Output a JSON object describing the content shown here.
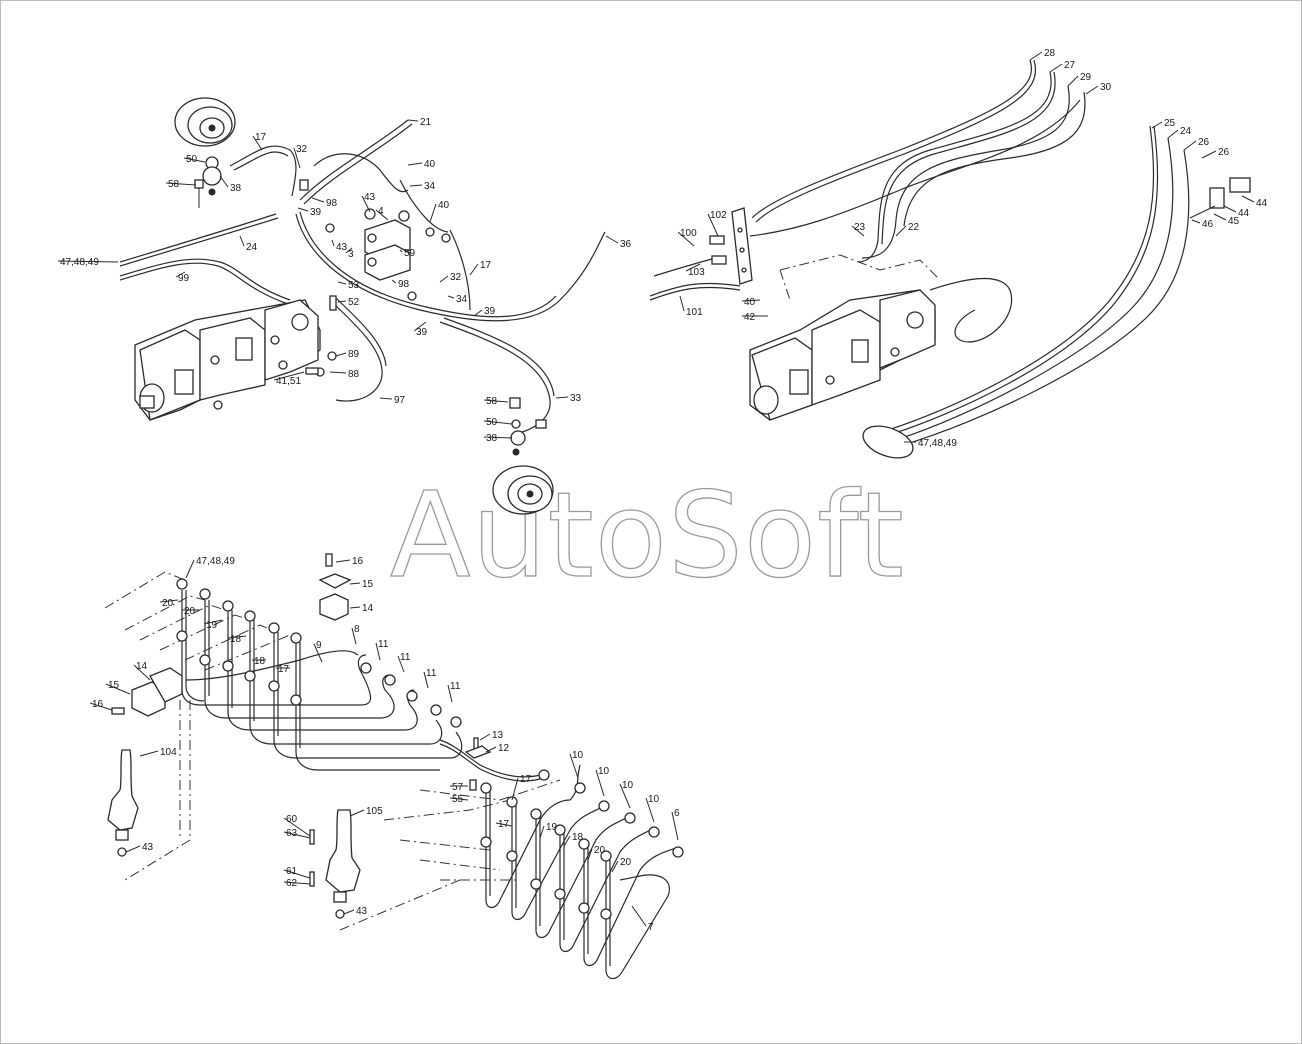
{
  "watermark": "AutoSoft",
  "callouts": {
    "top_left": [
      "21",
      "17",
      "32",
      "50",
      "58",
      "38",
      "40",
      "34",
      "43",
      "4",
      "40",
      "98",
      "39",
      "43",
      "3",
      "59",
      "53",
      "52",
      "36",
      "17",
      "32",
      "98",
      "34",
      "39",
      "39",
      "47,48,49",
      "24",
      "99",
      "89",
      "88",
      "41,51",
      "97",
      "33",
      "58",
      "50",
      "38"
    ],
    "top_right": [
      "28",
      "27",
      "29",
      "30",
      "25",
      "24",
      "26",
      "26",
      "44",
      "44",
      "45",
      "46",
      "102",
      "100",
      "103",
      "101",
      "40",
      "42",
      "23",
      "22",
      "47,48,49"
    ],
    "bottom_left": [
      "16",
      "15",
      "14",
      "47,48,49",
      "20",
      "20",
      "19",
      "18",
      "18",
      "17",
      "9",
      "8",
      "11",
      "11",
      "11",
      "11",
      "14",
      "15",
      "16",
      "104",
      "43",
      "13",
      "12",
      "57",
      "55"
    ],
    "bottom_right": [
      "10",
      "10",
      "10",
      "10",
      "6",
      "17",
      "17",
      "19",
      "18",
      "20",
      "20",
      "7",
      "60",
      "63",
      "105",
      "61",
      "62",
      "43"
    ]
  }
}
